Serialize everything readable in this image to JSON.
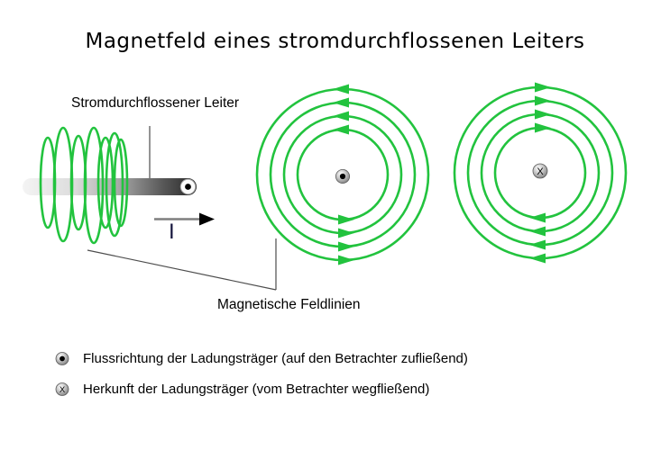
{
  "title": "Magnetfeld eines stromdurchflossenen Leiters",
  "conductor": {
    "label": "Stromdurchflossener Leiter",
    "current_label": "I"
  },
  "field_lines": {
    "label": "Magnetische Feldlinien",
    "rings_per_view": 4,
    "coil_turns": 7,
    "front_view_rotation": "counterclockwise",
    "back_view_rotation": "clockwise"
  },
  "symbols": {
    "x_marker": "X"
  },
  "legend": {
    "items": [
      {
        "symbol": "dot-marker",
        "text": "Flussrichtung der Ladungsträger (auf den Betrachter zufließend)"
      },
      {
        "symbol": "x-marker",
        "text": "Herkunft der Ladungsträger (vom Betrachter wegfließend)"
      }
    ]
  },
  "colors": {
    "background": "#ffffff",
    "field_line_green": "#22c33e",
    "text": "#000000",
    "pointer_line": "#4d4d4d"
  }
}
